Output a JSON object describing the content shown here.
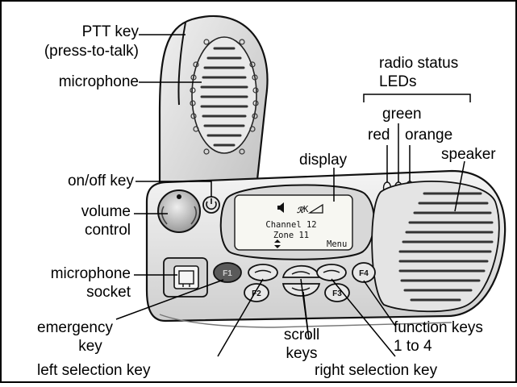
{
  "labels": {
    "ptt_key": "PTT key",
    "ptt_key_sub": "(press-to-talk)",
    "microphone": "microphone",
    "radio_status": "radio status",
    "radio_status_sub": "LEDs",
    "green": "green",
    "red": "red",
    "orange": "orange",
    "display": "display",
    "speaker": "speaker",
    "on_off_key": "on/off key",
    "volume": "volume",
    "volume_sub": "control",
    "mic_socket": "microphone",
    "mic_socket_sub": "socket",
    "emergency": "emergency",
    "emergency_sub": "key",
    "scroll": "scroll",
    "scroll_sub": "keys",
    "function_keys": "function keys",
    "function_keys_sub": "1 to 4",
    "left_selection": "left selection key",
    "right_selection": "right selection key"
  },
  "screen": {
    "line1": "Channel 12",
    "line2": "Zone 11",
    "softkey_right": "Menu"
  },
  "keys": {
    "f1": "F1",
    "f2": "F2",
    "f3": "F3",
    "f4": "F4"
  }
}
